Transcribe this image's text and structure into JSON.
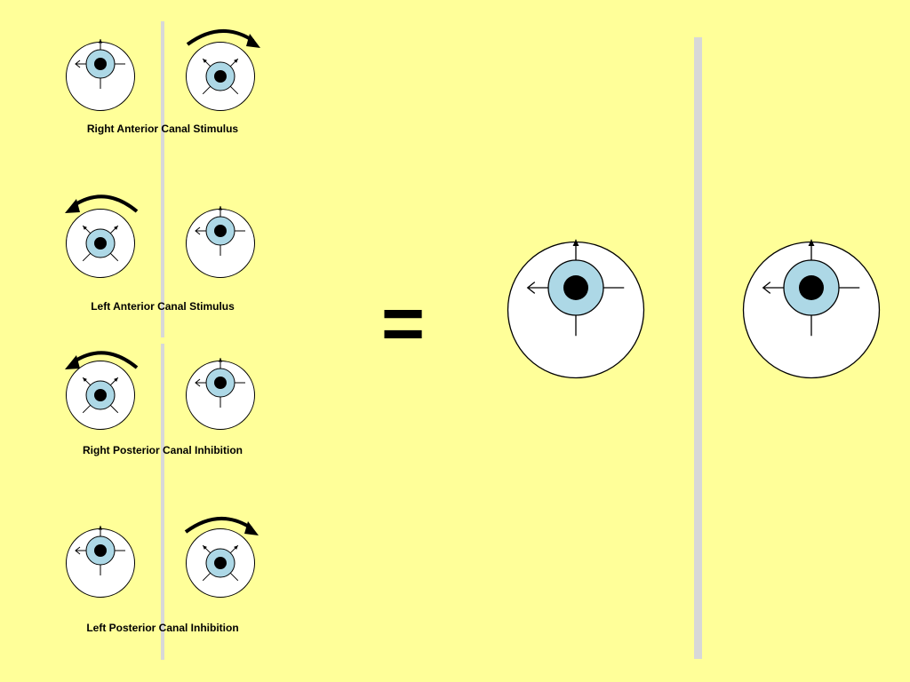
{
  "labels": {
    "right_anterior": "Right Anterior Canal Stimulus",
    "left_anterior": "Left Anterior Canal Stimulus",
    "right_posterior": "Right Posterior Canal Inhibition",
    "left_posterior": "Left Posterior Canal Inhibition"
  },
  "equals_sign": "=",
  "colors": {
    "background": "#ffff99",
    "sclera": "#ffffff",
    "iris": "#add8e6",
    "pupil": "#000000",
    "divider": "#d8d8d8"
  }
}
